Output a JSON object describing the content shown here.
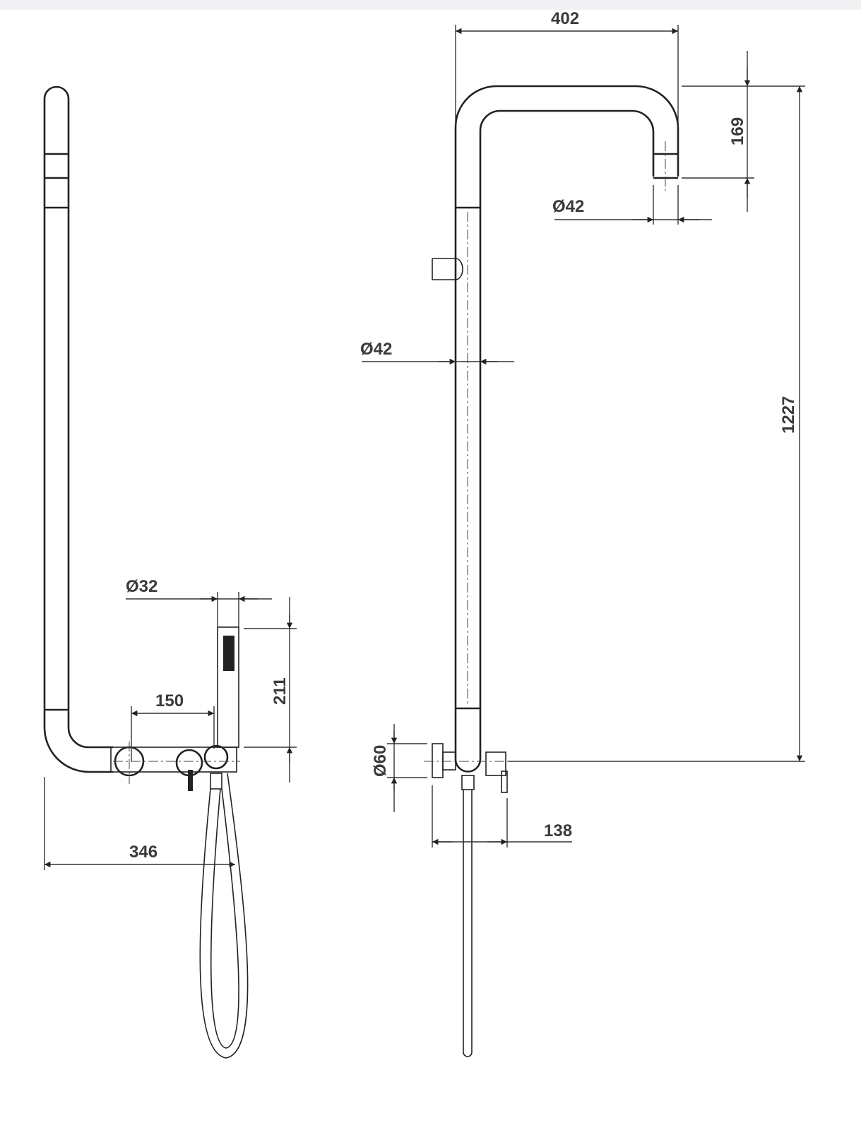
{
  "drawing": {
    "left_view": {
      "dim_pipe_diameter": "Ø32",
      "dim_valve_spacing": "150",
      "dim_handshower_height": "211",
      "dim_total_width": "346"
    },
    "right_view": {
      "dim_arm_reach": "402",
      "dim_head_drop": "169",
      "dim_head_diameter": "Ø42",
      "dim_column_diameter": "Ø42",
      "dim_column_height": "1227",
      "dim_mixer_diameter": "Ø60",
      "dim_mixer_projection": "138"
    }
  }
}
